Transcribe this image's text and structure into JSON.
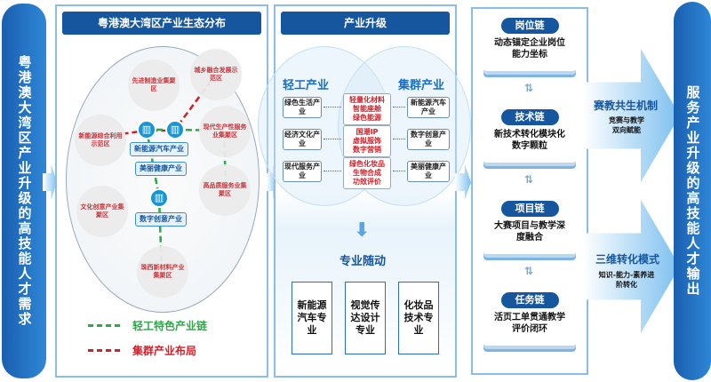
{
  "left_bar": "粤港澳大湾区产业升级的高技能人才需求",
  "right_bar": "服务产业升级的高技能人才输出",
  "panel1": {
    "title": "粤港澳大湾区产业生态分布",
    "zones": [
      "城乡融合发展示范区",
      "先进制造业集聚区",
      "现代生产性服务业集聚区",
      "新能源综合利用示范区",
      "高品质服务业集聚区",
      "文化创意产业集聚区",
      "珠西新材料产业集聚区"
    ],
    "tags": [
      "新能源汽车产业",
      "美丽健康产业",
      "数字创意产业"
    ],
    "legend": [
      {
        "label": "轻工特色产业链",
        "color": "#2ea84a"
      },
      {
        "label": "集群产业布局",
        "color": "#d0202a"
      }
    ]
  },
  "panel2": {
    "title": "产业升级",
    "left_head": "轻工产业",
    "right_head": "集群产业",
    "rows": [
      {
        "left": "绿色生活产业",
        "center": [
          "轻量化材料",
          "智能座舱",
          "绿色能源"
        ],
        "right": "新能源汽车产业"
      },
      {
        "left": "经济文化产业",
        "center": [
          "国潮IP",
          "虚拟服饰",
          "数字营销"
        ],
        "right": "数字创意产业"
      },
      {
        "left": "现代服务产业",
        "center": [
          "绿色化妆品",
          "生物合成",
          "功效评价"
        ],
        "right": "美丽健康产业"
      }
    ],
    "follow": "专业随动",
    "majors": [
      "新能源汽车专业",
      "视觉传达设计专业",
      "化妆品技术专业"
    ]
  },
  "panel3": {
    "chains": [
      {
        "name": "岗位链",
        "desc": "动态锚定企业岗位能力坐标"
      },
      {
        "name": "技术链",
        "desc": "新技术转化模块化数字颗粒"
      },
      {
        "name": "项目链",
        "desc": "大赛项目与教学深度融合"
      },
      {
        "name": "任务链",
        "desc": "活页工单贯通教学评价闭环"
      }
    ]
  },
  "mechanisms": [
    {
      "title": "赛教共生机制",
      "desc": "竞赛与教学双向赋能"
    },
    {
      "title": "三维转化模式",
      "desc": "知识-能力-素养进阶转化"
    }
  ]
}
